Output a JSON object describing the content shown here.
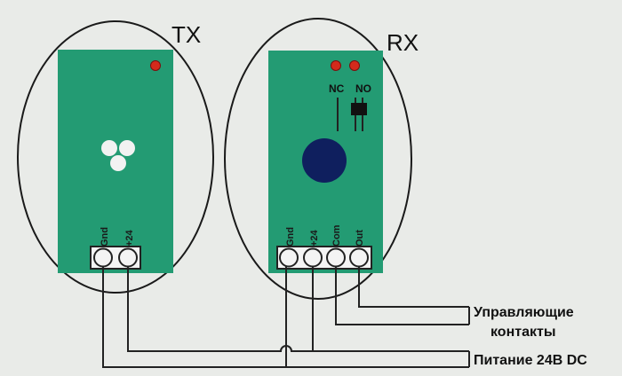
{
  "tx": {
    "title": "TX",
    "pins": [
      "Gnd",
      "+24"
    ]
  },
  "rx": {
    "title": "RX",
    "switch_nc": "NC",
    "switch_no": "NO",
    "pins": [
      "Gnd",
      "+24",
      "Com",
      "Out"
    ]
  },
  "annotations": {
    "control_line1": "Управляющие",
    "control_line2": "контакты",
    "power": "Питание 24В DC"
  },
  "colors": {
    "background": "#e9ebe8",
    "board": "#239b73",
    "led": "#d42a1c",
    "lens": "#0f1f5e",
    "emitter": "#f2f2f2"
  }
}
